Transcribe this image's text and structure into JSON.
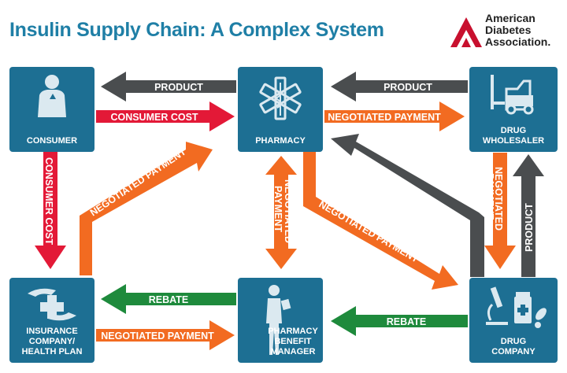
{
  "title": "Insulin Supply Chain: A Complex System",
  "logo": {
    "line1": "American",
    "line2": "Diabetes",
    "line3": "Association."
  },
  "colors": {
    "box": "#1d6f93",
    "product": "#4a4d4f",
    "payment": "#f26b21",
    "consumer_cost": "#e31937",
    "rebate": "#1e8a3c",
    "title": "#1f7fa6"
  },
  "nodes": {
    "consumer": "CONSUMER",
    "pharmacy": "PHARMACY",
    "wholesaler": "DRUG\nWHOLESALER",
    "insurance": "INSURANCE\nCOMPANY/\nHEALTH PLAN",
    "pbm": "PHARMACY\nBENEFIT\nMANAGER",
    "drug_company": "DRUG\nCOMPANY"
  },
  "arrows": {
    "product": "PRODUCT",
    "consumer_cost": "CONSUMER COST",
    "negotiated_payment": "NEGOTIATED PAYMENT",
    "negotiated": "NEGOTIATED",
    "payment": "PAYMENT",
    "rebate": "REBATE"
  }
}
